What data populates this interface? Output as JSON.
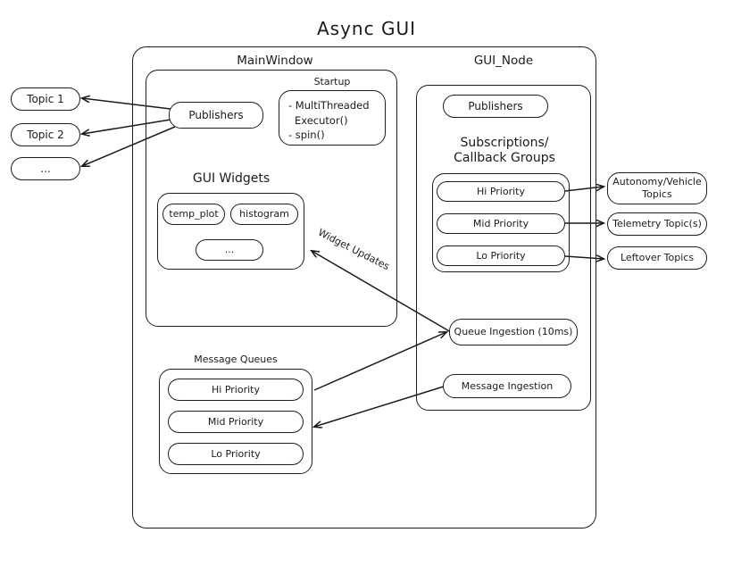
{
  "title": "Async  GUI",
  "left_topics": [
    {
      "label": "Topic 1"
    },
    {
      "label": "Topic 2"
    },
    {
      "label": "..."
    }
  ],
  "main_window": {
    "title": "MainWindow",
    "publishers": "Publishers",
    "startup": {
      "title": "Startup",
      "items": "- MultiThreaded\n  Executor()\n- spin()",
      "line1": "- MultiThreaded",
      "line2": "Executor()",
      "line3": "- spin()"
    },
    "gui_widgets": {
      "title": "GUI Widgets",
      "widgets": [
        {
          "label": "temp_plot"
        },
        {
          "label": "histogram"
        },
        {
          "label": "..."
        }
      ]
    }
  },
  "message_queues": {
    "title": "Message Queues",
    "queues": [
      {
        "label": "Hi Priority"
      },
      {
        "label": "Mid Priority"
      },
      {
        "label": "Lo Priority"
      }
    ]
  },
  "gui_node": {
    "title": "GUI_Node",
    "publishers": "Publishers",
    "subscriptions_title_line1": "Subscriptions/",
    "subscriptions_title_line2": "Callback Groups",
    "callback_groups": [
      {
        "label": "Hi Priority"
      },
      {
        "label": "Mid Priority"
      },
      {
        "label": "Lo Priority"
      }
    ],
    "queue_ingestion": "Queue Ingestion (10ms)",
    "message_ingestion": "Message Ingestion"
  },
  "right_topics": [
    {
      "label_line1": "Autonomy/Vehicle",
      "label_line2": "Topics",
      "label": "Autonomy/Vehicle Topics"
    },
    {
      "label": "Telemetry Topic(s)"
    },
    {
      "label": "Leftover Topics"
    }
  ],
  "arrow_labels": {
    "widget_updates": "Widget Updates"
  },
  "colors": {
    "stroke": "#1b1b1b",
    "background": "#ffffff"
  }
}
